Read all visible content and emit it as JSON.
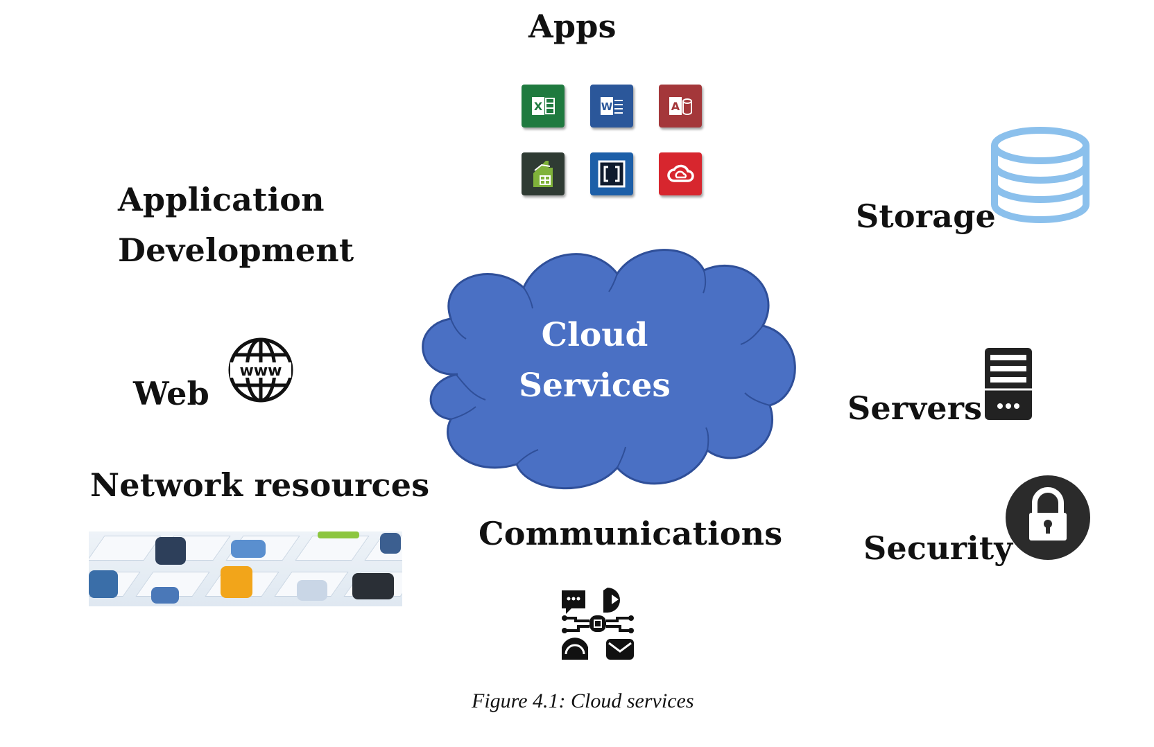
{
  "center": {
    "line1": "Cloud",
    "line2": "Services"
  },
  "labels": {
    "apps": "Apps",
    "app_dev_line1": "Application",
    "app_dev_line2": "Development",
    "storage": "Storage",
    "web": "Web",
    "servers": "Servers",
    "network": "Network resources",
    "communications": "Communications",
    "security": "Security"
  },
  "app_icons": [
    {
      "icon": "excel-icon",
      "glyph": "X",
      "color": "#1f7a3f"
    },
    {
      "icon": "word-icon",
      "glyph": "W",
      "color": "#2b579a"
    },
    {
      "icon": "access-icon",
      "glyph": "A",
      "color": "#a4373a"
    },
    {
      "icon": "spreadsheet-icon",
      "glyph": "",
      "color": "#3a4a3a"
    },
    {
      "icon": "brackets-icon",
      "glyph": "[ ]",
      "color": "#1d5fa8"
    },
    {
      "icon": "creative-cloud-icon",
      "glyph": "",
      "color": "#d7262e"
    }
  ],
  "colors": {
    "cloud_fill": "#4a70c4",
    "cloud_stroke": "#2f4f99",
    "storage_icon": "#8bc0ec",
    "dark_icon": "#222222"
  },
  "caption": {
    "label": "Figure 4.1:",
    "text": "Cloud services"
  }
}
